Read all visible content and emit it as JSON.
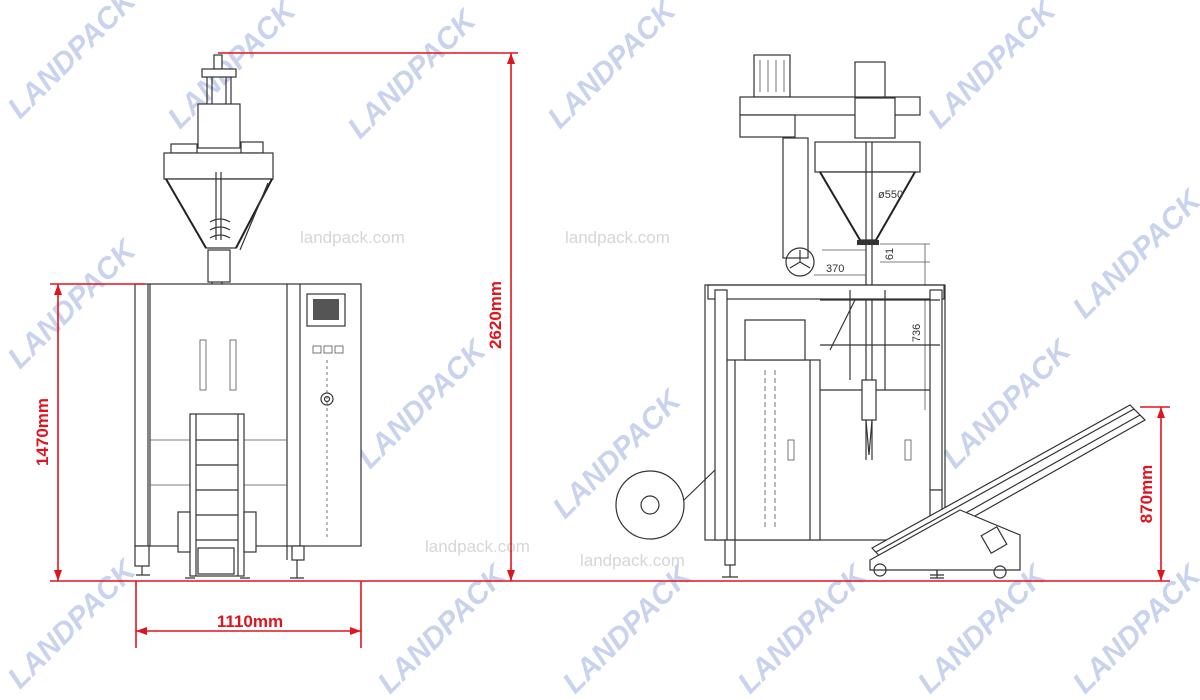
{
  "watermark": {
    "logo": "LANDPACK",
    "site": "landpack.com"
  },
  "dimensions": {
    "total_height": "2620mm",
    "cabinet_height": "1470mm",
    "width": "1110mm",
    "conveyor_height": "870mm"
  },
  "annotations": {
    "hopper_diameter": "ø550",
    "offset": "370",
    "gap": "61",
    "tube_length": "736"
  },
  "colors": {
    "dimension": "#e0141e",
    "line": "#333333",
    "watermark": "#c9d3ee"
  }
}
